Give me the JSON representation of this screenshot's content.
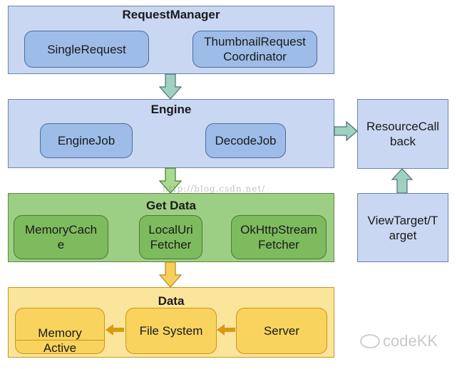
{
  "request_manager": {
    "title": "RequestManager",
    "single_request": "SingleRequest",
    "thumbnail_line1": "ThumbnailRequest",
    "thumbnail_line2": "Coordinator"
  },
  "engine": {
    "title": "Engine",
    "engine_job": "EngineJob",
    "decode_job": "DecodeJob"
  },
  "resource_callback": {
    "line1": "ResourceCall",
    "line2": "back"
  },
  "view_target": {
    "line1": "ViewTarget/T",
    "line2": "arget"
  },
  "get_data": {
    "title": "Get Data",
    "memory_cache_line1": "MemoryCach",
    "memory_cache_line2": "e",
    "local_uri_line1": "LocalUri",
    "local_uri_line2": "Fetcher",
    "okhttp_line1": "OkHttpStream",
    "okhttp_line2": "Fetcher"
  },
  "data": {
    "title": "Data",
    "memory": "Memory",
    "active": "Active",
    "file_system": "File System",
    "server": "Server"
  },
  "watermark": "http://blog.csdn.net/",
  "brand": "codeKK",
  "colors": {
    "blue_panel": "#c9d7f2",
    "blue_box": "#9dbde8",
    "green_panel": "#9ccf83",
    "green_box": "#7dbb5e",
    "yellow_panel": "#fbe59b",
    "yellow_box": "#f8d35e",
    "arrow_teal": "#9fd0c0",
    "arrow_green": "#a8db8f",
    "arrow_yellow": "#f8cf5a",
    "arrow_orange": "#d89a14"
  }
}
